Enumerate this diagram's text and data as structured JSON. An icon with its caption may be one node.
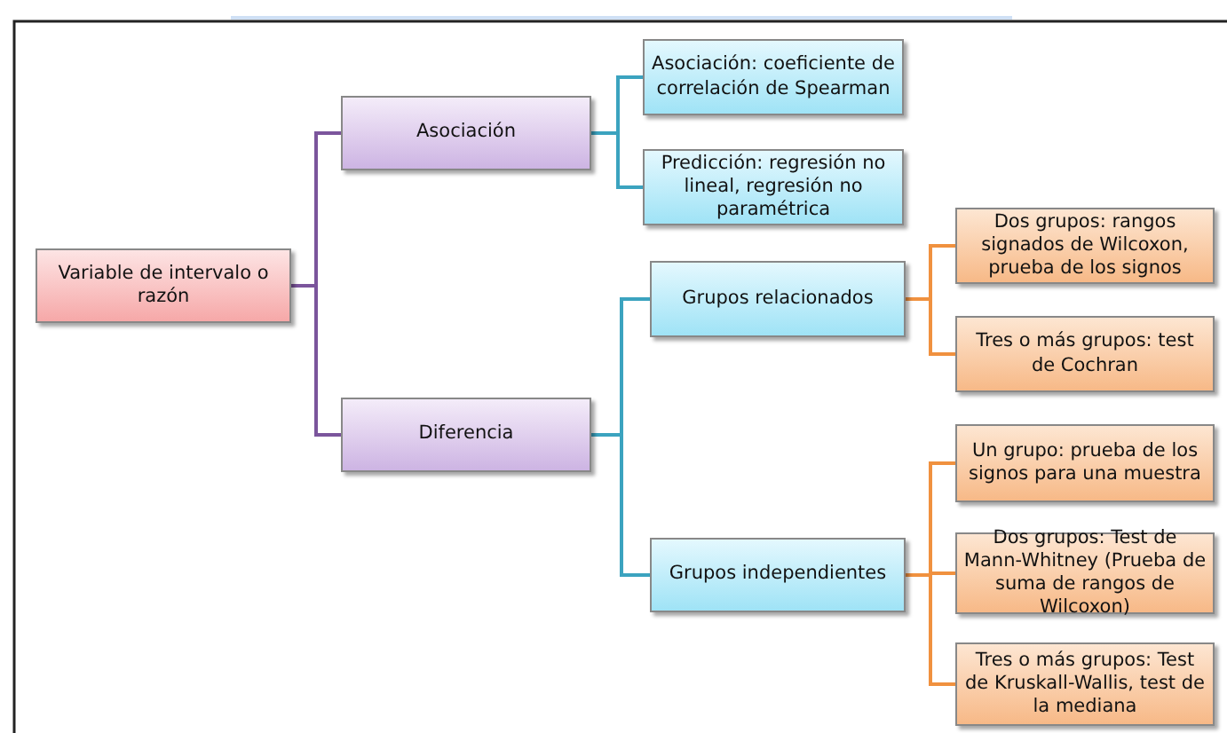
{
  "diagram": {
    "nodes": [
      {
        "text": [
          "Variable de intervalo o razón"
        ]
      },
      {
        "text": [
          "Asociación"
        ]
      },
      {
        "text": [
          "Diferencia"
        ]
      },
      {
        "text": [
          "Asociación: coeficiente de correlación de Spearman"
        ]
      },
      {
        "text": [
          "Predicción: regresión no lineal, regresión no paramétrica"
        ]
      },
      {
        "text": [
          "Grupos relacionados"
        ]
      },
      {
        "text": [
          "Grupos independientes"
        ]
      },
      {
        "text": [
          "Dos grupos: rangos signados de Wilcoxon, prueba de los signos"
        ]
      },
      {
        "text": [
          "Tres o más grupos: test de Cochran"
        ]
      },
      {
        "text": [
          "Un grupo: prueba de los signos para una muestra"
        ]
      },
      {
        "text": [
          "Dos grupos: Test de Mann-Whitney (Prueba de suma de rangos de Wilcoxon)"
        ]
      },
      {
        "text": [
          "Tres o más grupos: Test de Kruskall-Wallis, test de la mediana"
        ]
      }
    ],
    "edges": [
      {
        "from": 0,
        "to": 1,
        "arrow": "none",
        "color": "#7b559c"
      },
      {
        "from": 0,
        "to": 2,
        "arrow": "none",
        "color": "#7b559c"
      },
      {
        "from": 1,
        "to": 3,
        "arrow": "none",
        "color": "#3ba3bf"
      },
      {
        "from": 1,
        "to": 4,
        "arrow": "none",
        "color": "#3ba3bf"
      },
      {
        "from": 2,
        "to": 5,
        "arrow": "none",
        "color": "#3ba3bf"
      },
      {
        "from": 2,
        "to": 6,
        "arrow": "none",
        "color": "#3ba3bf"
      },
      {
        "from": 5,
        "to": 7,
        "arrow": "none"
      },
      {
        "from": 5,
        "to": 8,
        "arrow": "none"
      },
      {
        "from": 6,
        "to": 9,
        "arrow": "none"
      },
      {
        "from": 6,
        "to": 10,
        "arrow": "none"
      },
      {
        "from": 6,
        "to": 11,
        "arrow": "none"
      }
    ]
  }
}
